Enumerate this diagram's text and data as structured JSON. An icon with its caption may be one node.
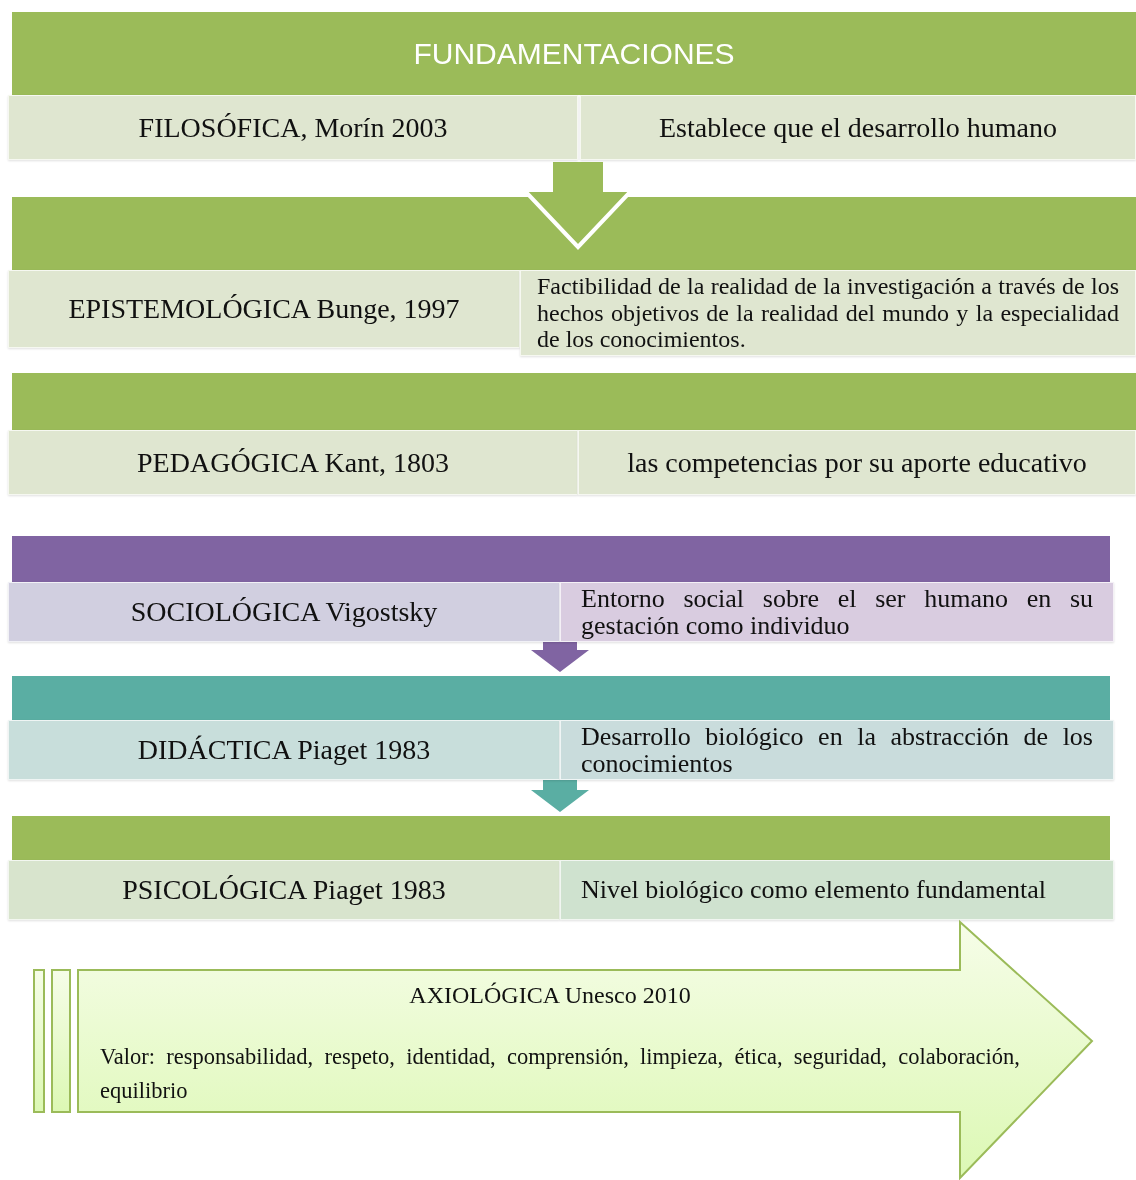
{
  "diagram": {
    "nodes": [
      {
        "text": [
          "FUNDAMENTACIONES"
        ]
      },
      {
        "text": [
          "FILOSÓFICA, Morín 2003"
        ]
      },
      {
        "text": [
          "Establece que el desarrollo humano"
        ]
      },
      {
        "text": [],
        "shape": "bar"
      },
      {
        "text": [
          "EPISTEMOLÓGICA Bunge, 1997"
        ]
      },
      {
        "text": [
          "Factibilidad de la realidad de la investigación a través de los hechos objetivos de la realidad del mundo y la especialidad de los conocimientos."
        ]
      },
      {
        "text": [],
        "shape": "bar"
      },
      {
        "text": [
          "PEDAGÓGICA Kant, 1803"
        ]
      },
      {
        "text": [
          "las competencias por su aporte educativo"
        ]
      },
      {
        "text": [],
        "shape": "bar"
      },
      {
        "text": [
          "SOCIOLÓGICA Vigostsky"
        ]
      },
      {
        "text": [
          "Entorno social sobre el ser humano en su gestación como individuo"
        ]
      },
      {
        "text": [],
        "shape": "bar"
      },
      {
        "text": [
          "DIDÁCTICA Piaget 1983"
        ]
      },
      {
        "text": [
          "Desarrollo biológico en la abstracción de los conocimientos"
        ]
      },
      {
        "text": [],
        "shape": "bar"
      },
      {
        "text": [
          "PSICOLÓGICA Piaget 1983"
        ]
      },
      {
        "text": [
          "Nivel biológico como elemento fundamental"
        ]
      },
      {
        "text": [
          "AXIOLÓGICA Unesco 2010",
          "Valor: responsabilidad, respeto, identidad, comprensión, limpieza, ética, seguridad, colaboración, equilibrio"
        ]
      }
    ],
    "edges": [
      {
        "from": 1,
        "to": 3,
        "arrow": "to",
        "color": "#9bbb59"
      },
      {
        "from": 10,
        "to": 12,
        "arrow": "to",
        "color": "#8064a2"
      },
      {
        "from": 13,
        "to": 15,
        "arrow": "to",
        "color": "#5aaea3"
      }
    ]
  }
}
